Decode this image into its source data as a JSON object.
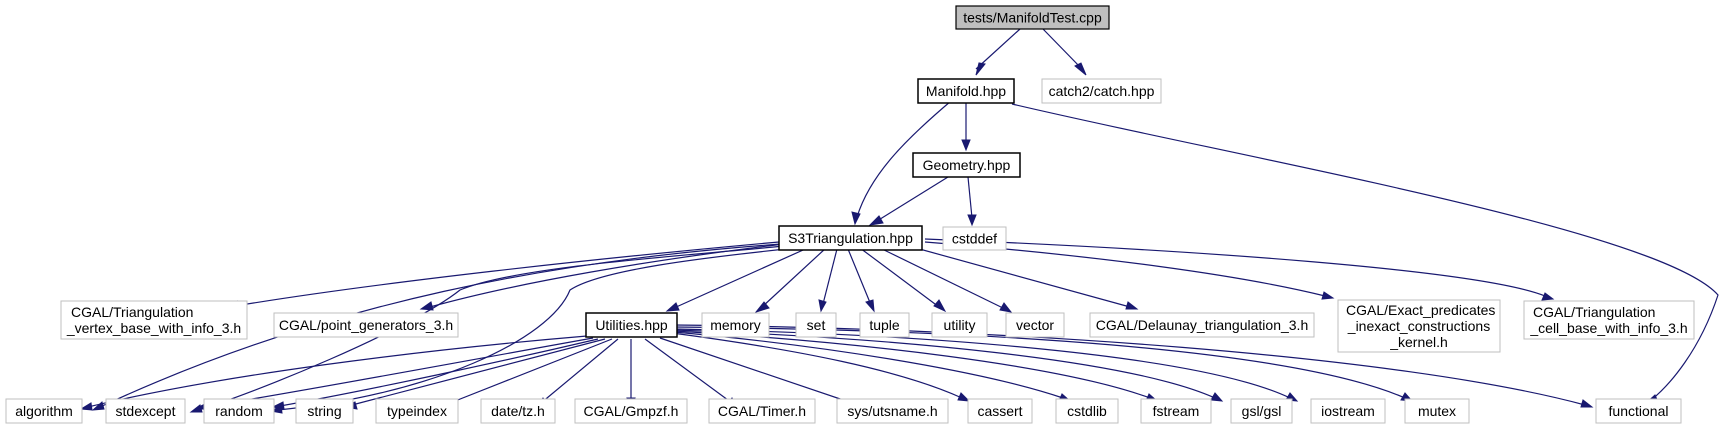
{
  "nodes": {
    "manifoldtest": "tests/ManifoldTest.cpp",
    "manifold": "Manifold.hpp",
    "catch": "catch2/catch.hpp",
    "geometry": "Geometry.hpp",
    "cstddef": "cstddef",
    "s3tri": "S3Triangulation.hpp",
    "vertex_base_1": "CGAL/Triangulation",
    "vertex_base_2": "_vertex_base_with_info_3.h",
    "point_generators": "CGAL/point_generators_3.h",
    "utilities": "Utilities.hpp",
    "memory": "memory",
    "set": "set",
    "tuple": "tuple",
    "utility": "utility",
    "vector": "vector",
    "delaunay": "CGAL/Delaunay_triangulation_3.h",
    "exact_1": "CGAL/Exact_predicates",
    "exact_2": "_inexact_constructions",
    "exact_3": "_kernel.h",
    "cell_base_1": "CGAL/Triangulation",
    "cell_base_2": "_cell_base_with_info_3.h",
    "algorithm": "algorithm",
    "stdexcept": "stdexcept",
    "random": "random",
    "string": "string",
    "typeindex": "typeindex",
    "date": "date/tz.h",
    "gmpzf": "CGAL/Gmpzf.h",
    "timer": "CGAL/Timer.h",
    "utsname": "sys/utsname.h",
    "cassert": "cassert",
    "cstdlib": "cstdlib",
    "fstream": "fstream",
    "gsl": "gsl/gsl",
    "iostream": "iostream",
    "mutex": "mutex",
    "functional": "functional"
  },
  "colors": {
    "edge": "#191970",
    "root_fill": "#bfbfbf",
    "project_border": "#000000",
    "external_border": "#bfbfbf"
  }
}
